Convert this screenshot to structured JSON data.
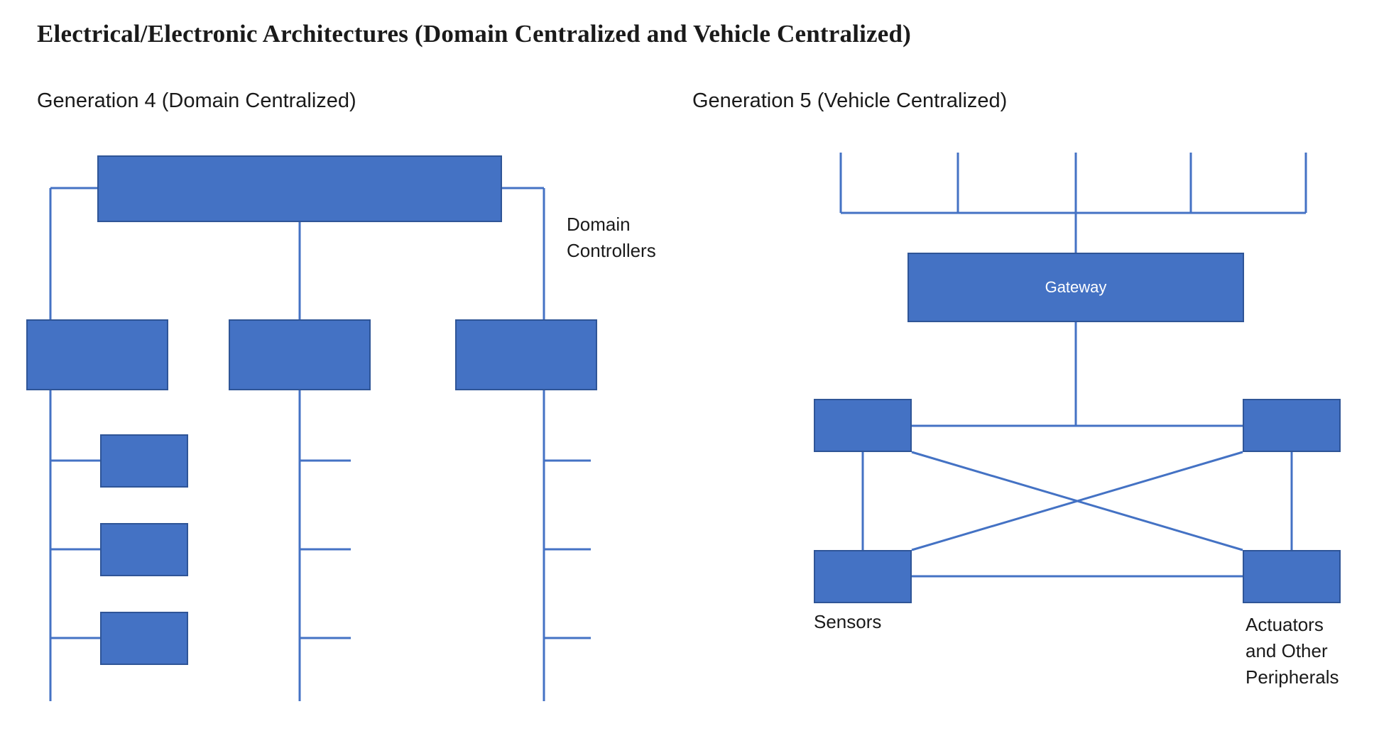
{
  "colors": {
    "background": "#ffffff",
    "box_fill": "#4472C4",
    "box_border": "#2F5597",
    "line": "#4472C4",
    "text": "#1a1a1a",
    "gateway_text": "#ffffff"
  },
  "title": "Electrical/Electronic Architectures (Domain Centralized and Vehicle Centralized)",
  "left_diagram": {
    "subtitle": "Generation 4 (Domain Centralized)",
    "domain_controllers_label": "Domain\nControllers"
  },
  "right_diagram": {
    "subtitle": "Generation 5 (Vehicle Centralized)",
    "gateway_label": "Gateway",
    "sensors_label": "Sensors",
    "actuators_label": "Actuators\nand Other\nPeripherals"
  }
}
